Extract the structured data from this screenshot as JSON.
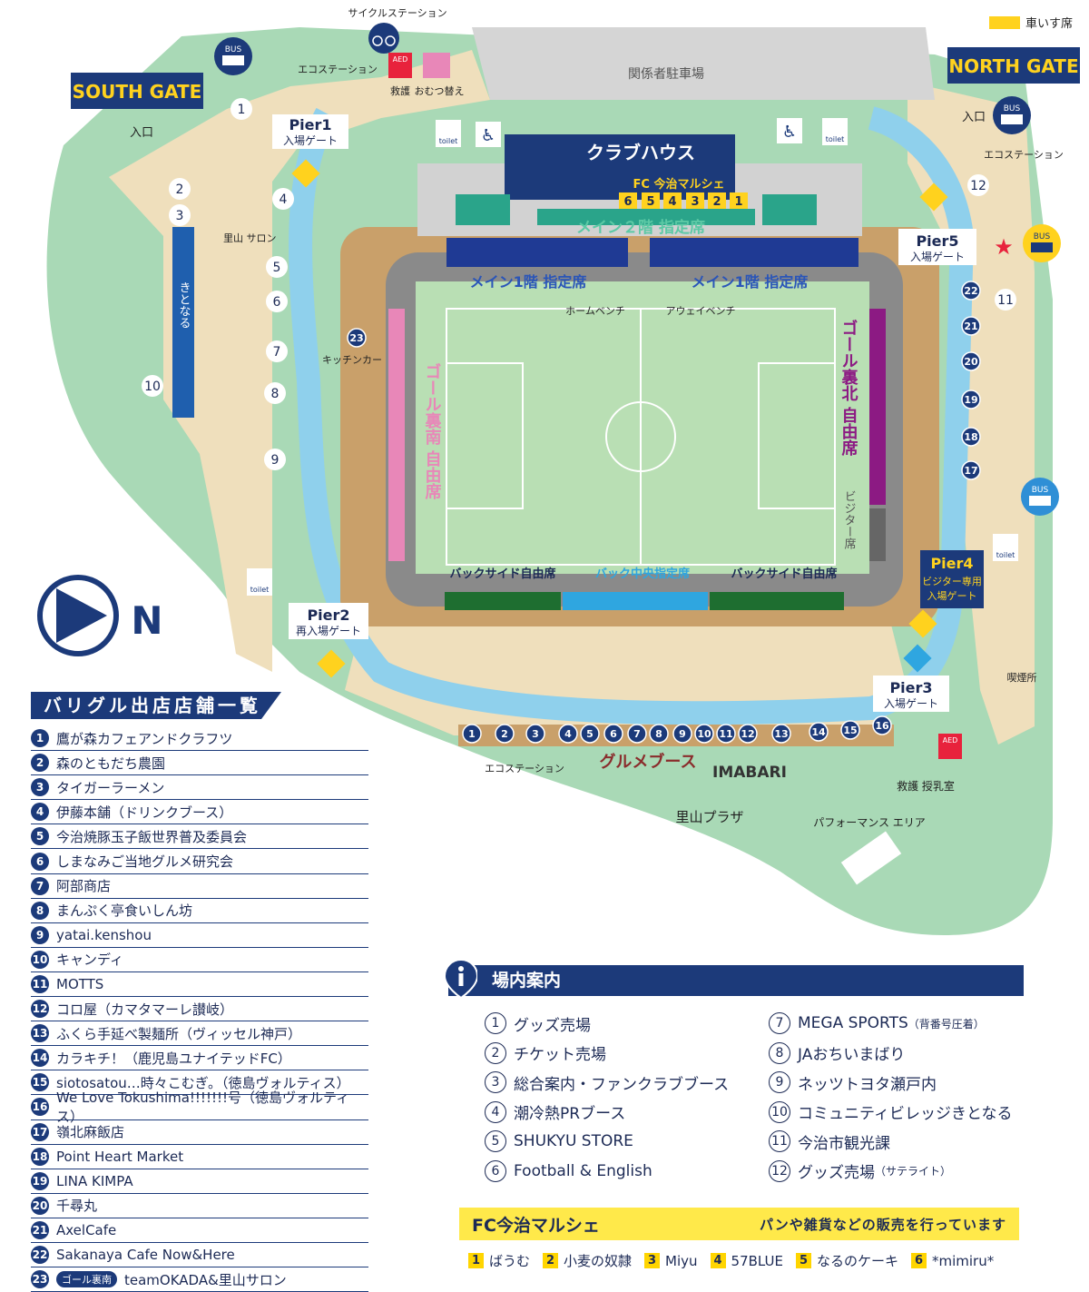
{
  "colors": {
    "navy": "#1c3a7a",
    "park_green": "#a9d9b6",
    "path_beige": "#efdfbc",
    "water": "#8fd0ec",
    "pitch": "#b9dfb4",
    "goal_south_pink": "#e887b8",
    "goal_north_purple": "#8c1a83",
    "wheelchair_yellow": "#ffd21e",
    "marche_yellow": "#ffe94a"
  },
  "map": {
    "wheelchair_legend": "車いす席",
    "cycle_station": "サイクルステーション",
    "south_gate": "SOUTH GATE",
    "north_gate": "NORTH GATE",
    "bus": "BUS",
    "entrance": "入口",
    "eco_station": "エコステーション",
    "aed": "AED",
    "first_aid": "救護",
    "diaper": "おむつ替え",
    "staff_parking": "関係者駐車場",
    "clubhouse": "クラブハウス",
    "fc_marche": "FC 今治マルシェ",
    "toilet": "toilet",
    "main2": "メイン２階 指定席",
    "main1_left": "メイン1階 指定席",
    "main1_right": "メイン1階 指定席",
    "home_bench": "ホームベンチ",
    "away_bench": "アウェイベンチ",
    "goal_south": "ゴール裏南 自由席",
    "goal_north": "ゴール裏北 自由席",
    "visitor": "ビジター席",
    "back_left": "バックサイド自由席",
    "back_center": "バック中央指定席",
    "back_right": "バックサイド自由席",
    "pier1": "Pier1",
    "pier1_sub": "入場ゲート",
    "pier2": "Pier2",
    "pier2_sub": "再入場ゲート",
    "pier3": "Pier3",
    "pier3_sub": "入場ゲート",
    "pier4": "Pier4",
    "pier4_sub1": "ビジター専用",
    "pier4_sub2": "入場ゲート",
    "pier5": "Pier5",
    "pier5_sub": "入場ゲート",
    "kitonaru": "きとなる",
    "satoyama_salon": "里山 サロン",
    "kitchen_car": "キッチンカー",
    "gourmet_booth": "グルメブース",
    "imabari": "IMABARI",
    "satoyama_plaza": "里山プラザ",
    "performance_area": "パフォーマンス エリア",
    "smoking": "喫煙所",
    "nursing": "救護 授乳室",
    "north_mark": "N",
    "marche_nums": [
      "6",
      "5",
      "4",
      "3",
      "2",
      "1"
    ],
    "info_nums": [
      "1",
      "2",
      "3",
      "4",
      "5",
      "6",
      "7",
      "8",
      "9",
      "10",
      "11",
      "12"
    ],
    "gourmet_nums": [
      "1",
      "2",
      "3",
      "4",
      "5",
      "6",
      "7",
      "8",
      "9",
      "10",
      "11",
      "12",
      "13",
      "14",
      "15",
      "16",
      "17",
      "18",
      "19",
      "20",
      "21",
      "22",
      "23"
    ]
  },
  "shop_list": {
    "title": "バリグル出店店舗一覧",
    "items": [
      {
        "num": "1",
        "name": "鷹が森カフェアンドクラフツ"
      },
      {
        "num": "2",
        "name": "森のともだち農園"
      },
      {
        "num": "3",
        "name": "タイガーラーメン"
      },
      {
        "num": "4",
        "name": "伊藤本舗（ドリンクブース）"
      },
      {
        "num": "5",
        "name": "今治焼豚玉子飯世界普及委員会"
      },
      {
        "num": "6",
        "name": "しまなみご当地グルメ研究会"
      },
      {
        "num": "7",
        "name": "阿部商店"
      },
      {
        "num": "8",
        "name": "まんぷく亭食いしん坊"
      },
      {
        "num": "9",
        "name": "yatai.kenshou"
      },
      {
        "num": "10",
        "name": "キャンディ"
      },
      {
        "num": "11",
        "name": "MOTTS"
      },
      {
        "num": "12",
        "name": "コロ屋（カマタマーレ讃岐）"
      },
      {
        "num": "13",
        "name": "ふくら手延べ製麺所（ヴィッセル神戸）"
      },
      {
        "num": "14",
        "name": "カラキチ！（鹿児島ユナイテッドFC）"
      },
      {
        "num": "15",
        "name": "siotosatou…時々こむぎ。（徳島ヴォルティス）"
      },
      {
        "num": "16",
        "name": "We Love Tokushima!!!!!!!号（徳島ヴォルティス）"
      },
      {
        "num": "17",
        "name": "嶺北麻飯店"
      },
      {
        "num": "18",
        "name": "Point Heart Market"
      },
      {
        "num": "19",
        "name": "LINA KIMPA"
      },
      {
        "num": "20",
        "name": "千尋丸"
      },
      {
        "num": "21",
        "name": "AxelCafe"
      },
      {
        "num": "22",
        "name": "Sakanaya Cafe Now&Here"
      },
      {
        "num": "23",
        "tag": "ゴール裏南",
        "name": "teamOKADA&里山サロン"
      }
    ]
  },
  "info": {
    "title": "場内案内",
    "left": [
      {
        "num": "1",
        "label": "グッズ売場",
        "note": ""
      },
      {
        "num": "2",
        "label": "チケット売場",
        "note": ""
      },
      {
        "num": "3",
        "label": "総合案内・ファンクラブブース",
        "note": ""
      },
      {
        "num": "4",
        "label": "潮冷熱PRブース",
        "note": ""
      },
      {
        "num": "5",
        "label": "SHUKYU STORE",
        "note": ""
      },
      {
        "num": "6",
        "label": "Football & English",
        "note": ""
      }
    ],
    "right": [
      {
        "num": "7",
        "label": "MEGA SPORTS",
        "note": "（背番号圧着）"
      },
      {
        "num": "8",
        "label": "JAおちいまばり",
        "note": ""
      },
      {
        "num": "9",
        "label": "ネッツトヨタ瀬戸内",
        "note": ""
      },
      {
        "num": "10",
        "label": "コミュニティビレッジきとなる",
        "note": ""
      },
      {
        "num": "11",
        "label": "今治市観光課",
        "note": ""
      },
      {
        "num": "12",
        "label": "グッズ売場",
        "note": "（サテライト）"
      }
    ]
  },
  "marche": {
    "title": "FC今治マルシェ",
    "desc": "パンや雑貨などの販売を行っています",
    "shops": [
      {
        "num": "1",
        "name": "ばうむ"
      },
      {
        "num": "2",
        "name": "小麦の奴隷"
      },
      {
        "num": "3",
        "name": "Miyu"
      },
      {
        "num": "4",
        "name": "57BLUE"
      },
      {
        "num": "5",
        "name": "なるのケーキ"
      },
      {
        "num": "6",
        "name": "*mimiru*"
      }
    ]
  }
}
